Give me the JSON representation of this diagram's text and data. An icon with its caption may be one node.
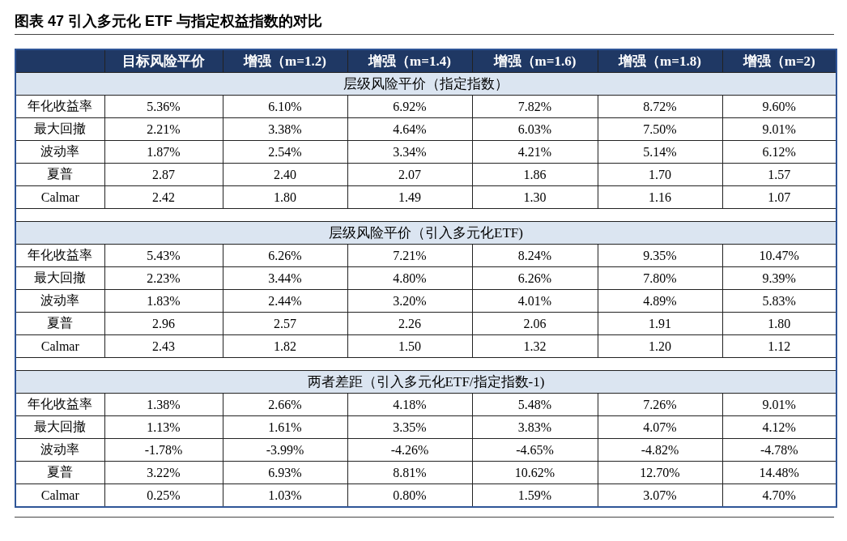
{
  "diagram": {
    "title": "图表 47 引入多元化 ETF 与指定权益指数的对比",
    "labels": [
      "目标风险平价",
      "增强（m=1.2)",
      "增强（m=1.4)",
      "增强（m=1.6)",
      "增强（m=1.8)",
      "增强（m=2)",
      "层级风险平价（指定指数）",
      "年化收益率",
      "5.36%",
      "6.10%",
      "6.92%",
      "7.82%",
      "8.72%",
      "9.60%",
      "最大回撤",
      "2.21%",
      "3.38%",
      "4.64%",
      "6.03%",
      "7.50%",
      "9.01%",
      "波动率",
      "1.87%",
      "2.54%",
      "3.34%",
      "4.21%",
      "5.14%",
      "6.12%",
      "夏普",
      "2.87",
      "2.40",
      "2.07",
      "1.86",
      "1.70",
      "1.57",
      "Calmar",
      "2.42",
      "1.80",
      "1.49",
      "1.30",
      "1.16",
      "1.07",
      "层级风险平价（引入多元化ETF)",
      "年化收益率",
      "5.43%",
      "6.26%",
      "7.21%",
      "8.24%",
      "9.35%",
      "10.47%",
      "最大回撤",
      "2.23%",
      "3.44%",
      "4.80%",
      "6.26%",
      "7.80%",
      "9.39%",
      "波动率",
      "1.83%",
      "2.44%",
      "3.20%",
      "4.01%",
      "4.89%",
      "5.83%",
      "夏普",
      "2.96",
      "2.57",
      "2.26",
      "2.06",
      "1.91",
      "1.80",
      "Calmar",
      "2.43",
      "1.82",
      "1.50",
      "1.32",
      "1.20",
      "1.12",
      "两者差距（引入多元化ETF/指定指数-1)",
      "年化收益率",
      "1.38%",
      "2.66%",
      "4.18%",
      "5.48%",
      "7.26%",
      "9.01%",
      "最大回撤",
      "1.13%",
      "1.61%",
      "3.35%",
      "3.83%",
      "4.07%",
      "4.12%",
      "波动率",
      "-1.78%",
      "-3.99%",
      "-4.26%",
      "-4.65%",
      "-4.82%",
      "-4.78%",
      "夏普",
      "3.22%",
      "6.93%",
      "8.81%",
      "10.62%",
      "12.70%",
      "14.48%",
      "Calmar",
      "0.25%",
      "1.03%",
      "0.80%",
      "1.59%",
      "3.07%",
      "4.70%"
    ]
  }
}
